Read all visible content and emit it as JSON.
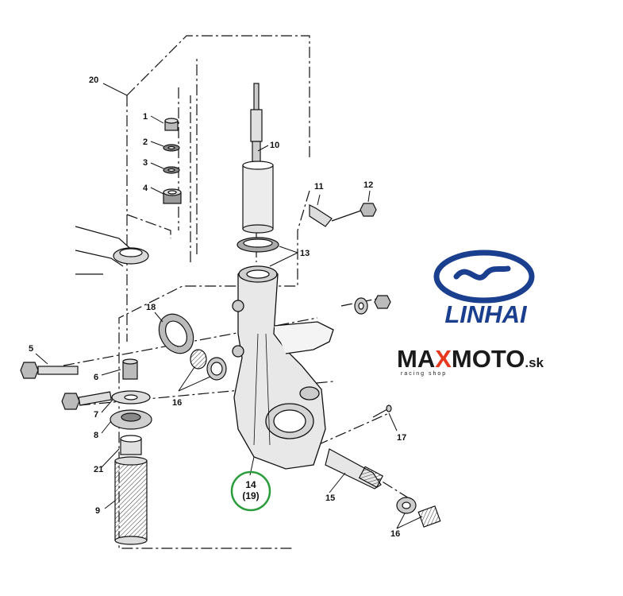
{
  "diagram": {
    "part_labels": {
      "p1": "1",
      "p2": "2",
      "p3": "3",
      "p4": "4",
      "p5": "5",
      "p6": "6",
      "p7": "7",
      "p8": "8",
      "p9": "9",
      "p10": "10",
      "p11": "11",
      "p12": "12",
      "p13": "13",
      "p14": "14",
      "p14b": "(19)",
      "p15": "15",
      "p16a": "16",
      "p16b": "16",
      "p17": "17",
      "p18": "18",
      "p20": "20",
      "p21": "21"
    },
    "highlight_color": "#2a9d3a",
    "line_color": "#111111"
  },
  "brand": {
    "linhai_logo_text": "LINHAI",
    "linhai_color": "#1a3f8f",
    "maxmoto_prefix": "MA",
    "maxmoto_x": "X",
    "maxmoto_suffix": "MOTO",
    "maxmoto_domain": ".sk",
    "maxmoto_tagline": "racing shop",
    "maxmoto_dark": "#1a1a1a",
    "maxmoto_accent": "#e53a1e"
  }
}
